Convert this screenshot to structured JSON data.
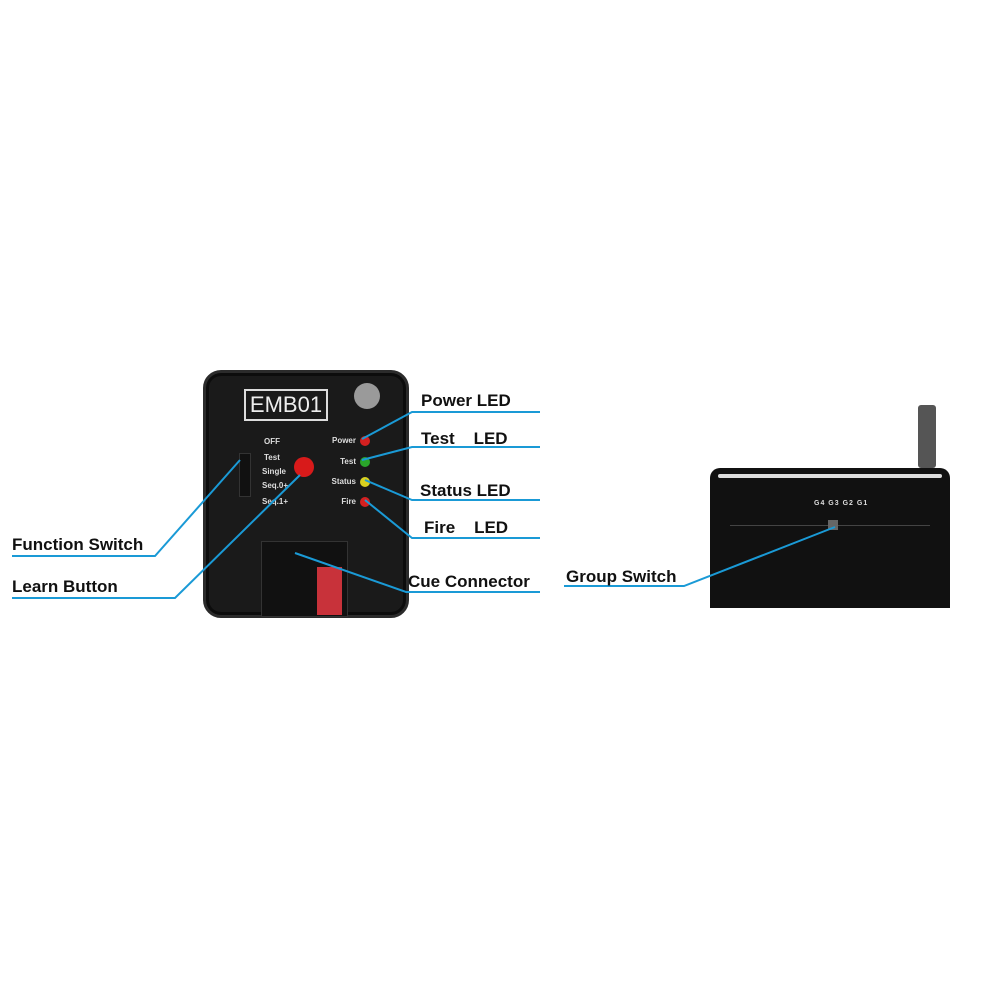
{
  "device_front": {
    "model": "EMB01",
    "switch_positions": [
      "OFF",
      "Test",
      "Single",
      "Seq.0+",
      "Seq.1+"
    ],
    "leds": [
      {
        "label": "Power",
        "color": "#d42020"
      },
      {
        "label": "Test",
        "color": "#2aa52a"
      },
      {
        "label": "Status",
        "color": "#d8d020"
      },
      {
        "label": "Fire",
        "color": "#d42020"
      }
    ]
  },
  "device_top": {
    "group_labels": [
      "G4",
      "G3",
      "G2",
      "G1"
    ]
  },
  "labels": {
    "function_switch": "Function Switch",
    "learn_button": "Learn Button",
    "power_led": "Power LED",
    "test_led": "Test    LED",
    "status_led": "Status LED",
    "fire_led": "Fire    LED",
    "cue_connector": "Cue Connector",
    "group_switch": "Group Switch"
  },
  "colors": {
    "leader_line": "#1a9ad6"
  }
}
